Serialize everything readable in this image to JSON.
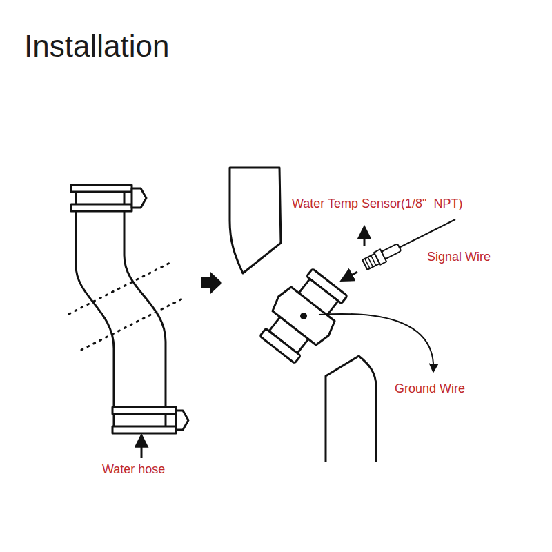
{
  "diagram": {
    "title": "Installation",
    "labels": [
      "Water Temp Sensor(1/8\"  NPT)",
      "Signal Wire",
      "Ground Wire",
      "Water hose"
    ]
  }
}
